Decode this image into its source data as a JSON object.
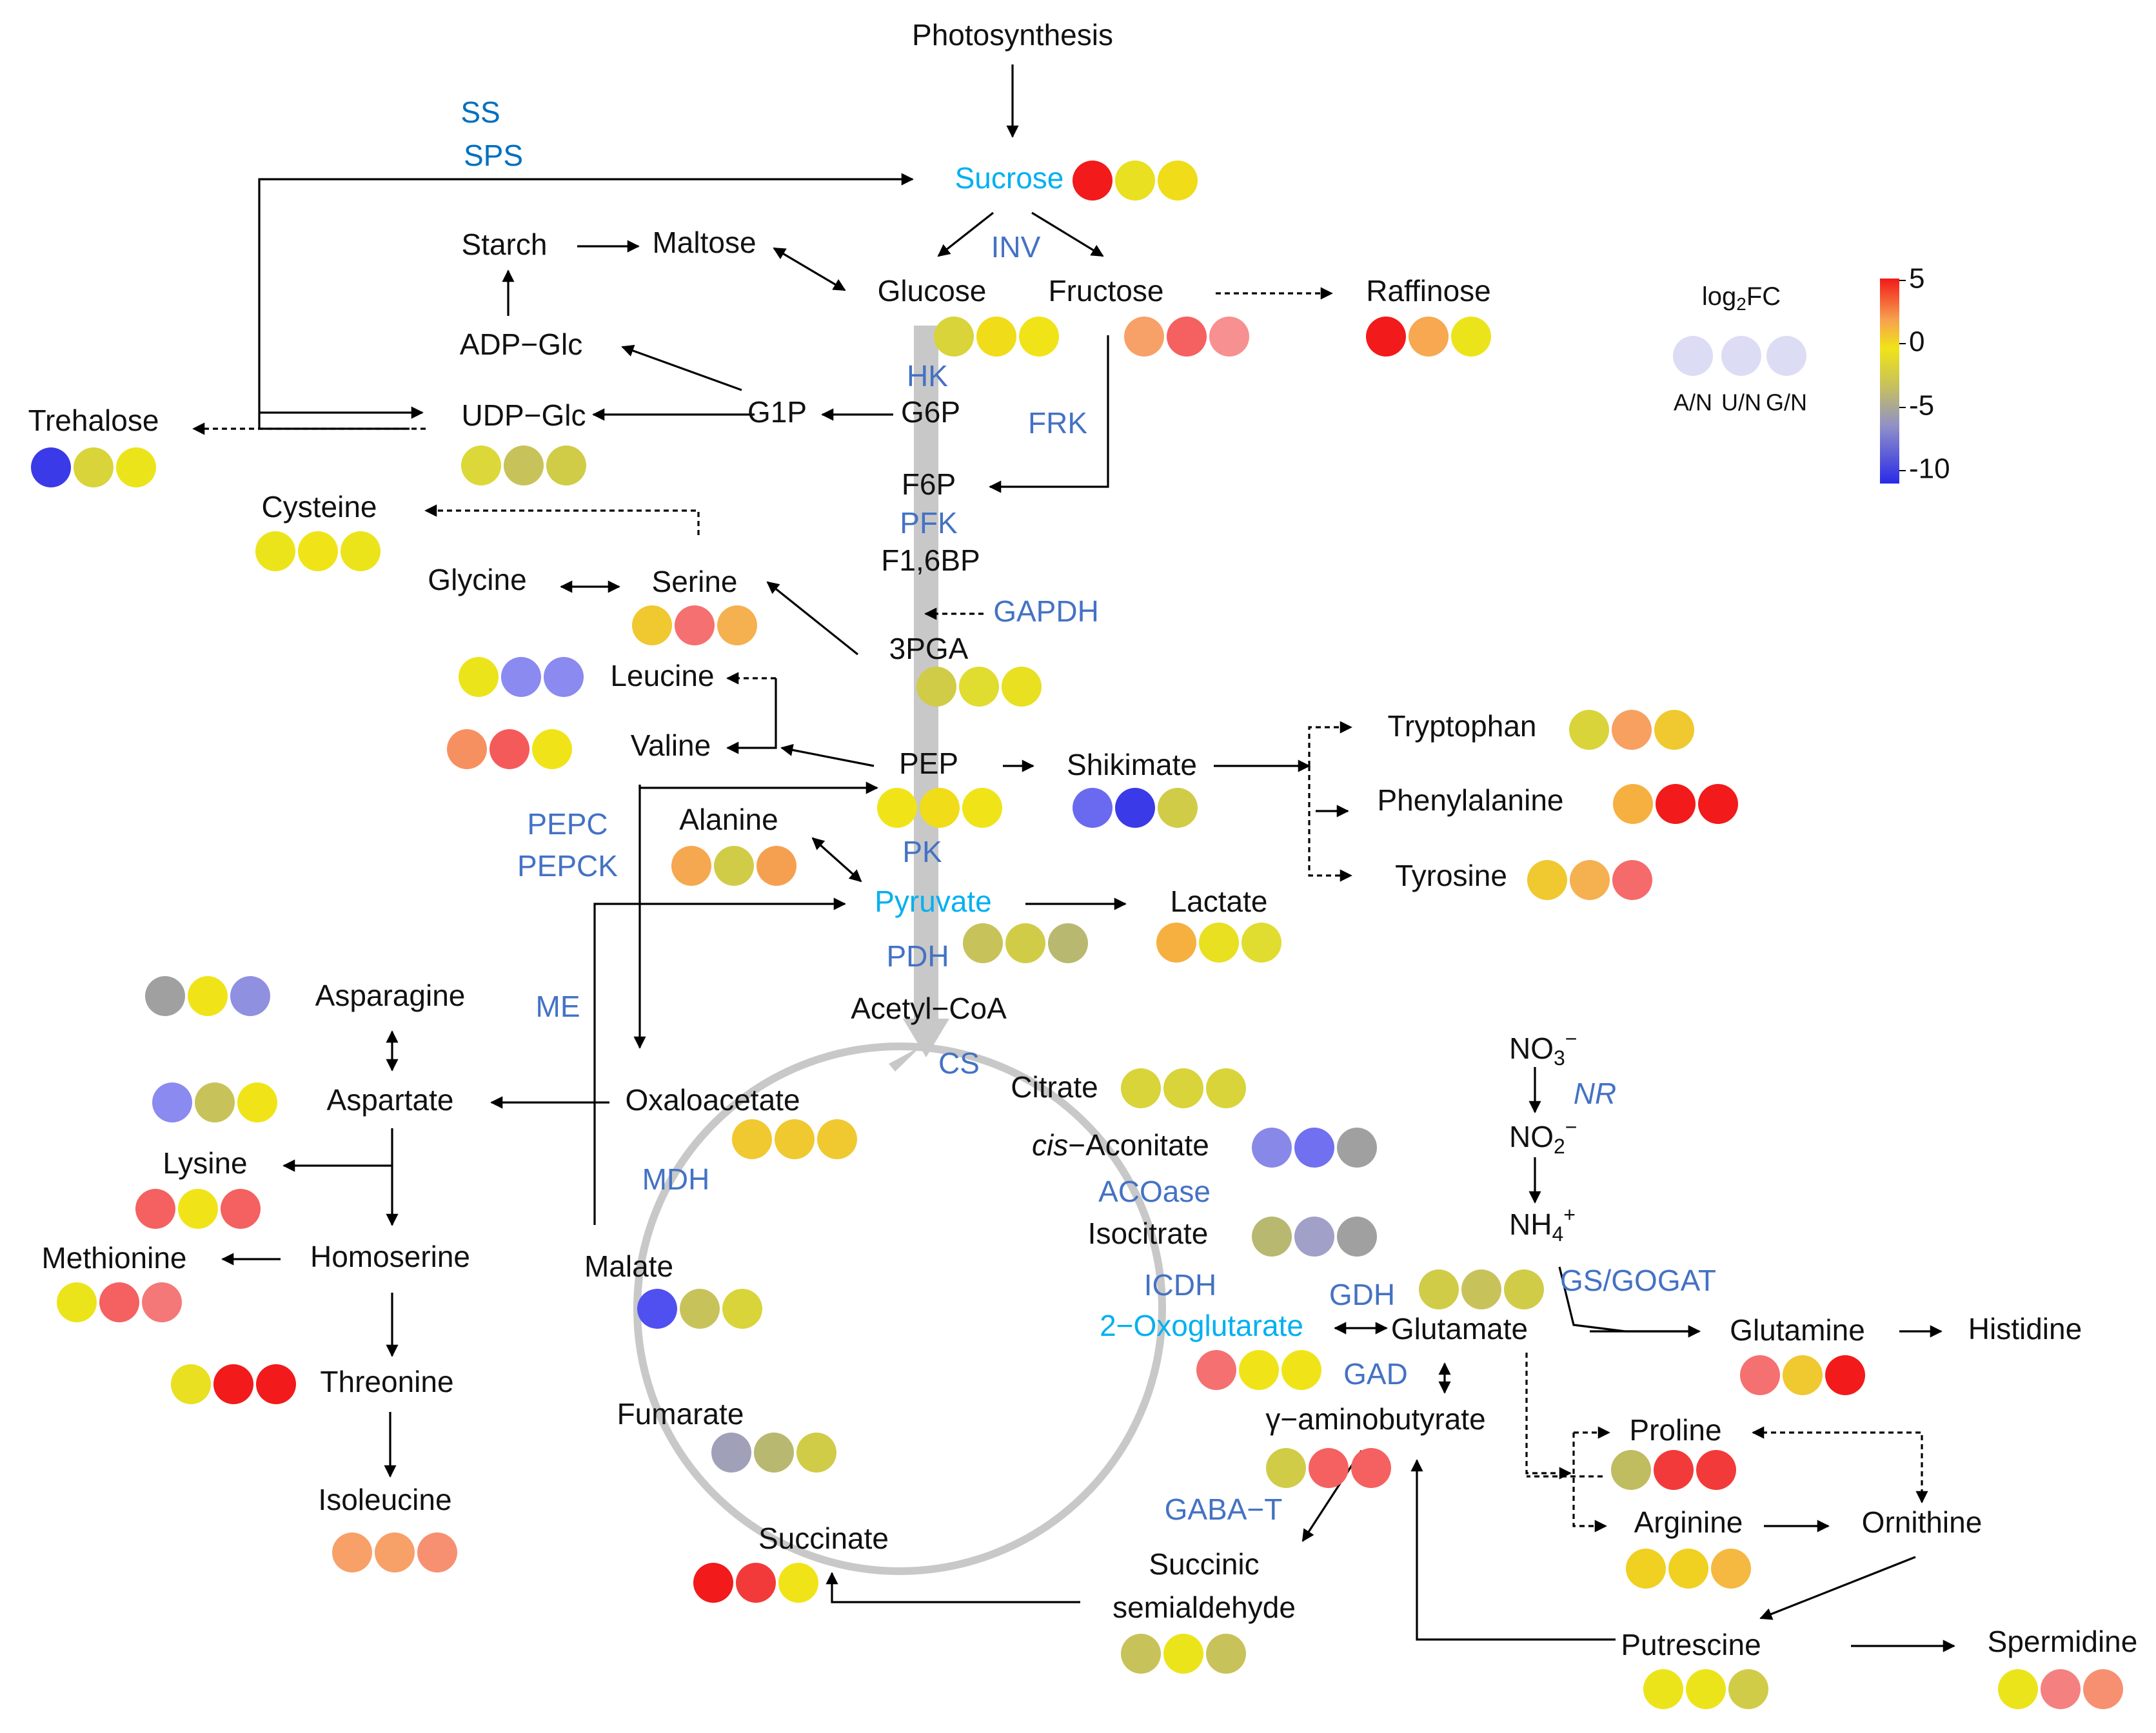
{
  "colors": {
    "met": "#111111",
    "enzyme": "#4472c4",
    "highlight": "#00b0f0",
    "sucrose_enzyme": "#0070c0",
    "arrow": "#000000",
    "backbone": "#c8c8c8",
    "tca_circle": "#c8c8c8"
  },
  "metabolites": [
    {
      "id": "photosynthesis",
      "text": "Photosynthesis",
      "style": "met"
    },
    {
      "id": "sucrose",
      "text": "Sucrose",
      "style": "highlight"
    },
    {
      "id": "starch",
      "text": "Starch",
      "style": "met"
    },
    {
      "id": "maltose",
      "text": "Maltose",
      "style": "met"
    },
    {
      "id": "glucose",
      "text": "Glucose",
      "style": "met"
    },
    {
      "id": "fructose",
      "text": "Fructose",
      "style": "met"
    },
    {
      "id": "raffinose",
      "text": "Raffinose",
      "style": "met"
    },
    {
      "id": "adp-glc",
      "text": "ADP−Glc",
      "style": "met"
    },
    {
      "id": "udp-glc",
      "text": "UDP−Glc",
      "style": "met"
    },
    {
      "id": "g1p",
      "text": "G1P",
      "style": "met"
    },
    {
      "id": "g6p",
      "text": "G6P",
      "style": "met"
    },
    {
      "id": "trehalose",
      "text": "Trehalose",
      "style": "met"
    },
    {
      "id": "f6p",
      "text": "F6P",
      "style": "met"
    },
    {
      "id": "f16bp",
      "text": "F1,6BP",
      "style": "met"
    },
    {
      "id": "cysteine",
      "text": "Cysteine",
      "style": "met"
    },
    {
      "id": "glycine",
      "text": "Glycine",
      "style": "met"
    },
    {
      "id": "serine",
      "text": "Serine",
      "style": "met"
    },
    {
      "id": "3pga",
      "text": "3PGA",
      "style": "met"
    },
    {
      "id": "leucine",
      "text": "Leucine",
      "style": "met"
    },
    {
      "id": "valine",
      "text": "Valine",
      "style": "met"
    },
    {
      "id": "pep",
      "text": "PEP",
      "style": "met"
    },
    {
      "id": "shikimate",
      "text": "Shikimate",
      "style": "met"
    },
    {
      "id": "tryptophan",
      "text": "Tryptophan",
      "style": "met"
    },
    {
      "id": "phenylalanine",
      "text": "Phenylalanine",
      "style": "met"
    },
    {
      "id": "tyrosine",
      "text": "Tyrosine",
      "style": "met"
    },
    {
      "id": "alanine",
      "text": "Alanine",
      "style": "met"
    },
    {
      "id": "pyruvate",
      "text": "Pyruvate",
      "style": "highlight"
    },
    {
      "id": "lactate",
      "text": "Lactate",
      "style": "met"
    },
    {
      "id": "acetyl-coa",
      "text": "Acetyl−CoA",
      "style": "met"
    },
    {
      "id": "asparagine",
      "text": "Asparagine",
      "style": "met"
    },
    {
      "id": "aspartate",
      "text": "Aspartate",
      "style": "met"
    },
    {
      "id": "oxaloacetate",
      "text": "Oxaloacetate",
      "style": "met"
    },
    {
      "id": "citrate",
      "text": "Citrate",
      "style": "met"
    },
    {
      "id": "aconitate-rest",
      "text": "−Aconitate",
      "style": "met"
    },
    {
      "id": "isocitrate",
      "text": "Isocitrate",
      "style": "met"
    },
    {
      "id": "lysine",
      "text": "Lysine",
      "style": "met"
    },
    {
      "id": "methionine",
      "text": "Methionine",
      "style": "met"
    },
    {
      "id": "homoserine",
      "text": "Homoserine",
      "style": "met"
    },
    {
      "id": "threonine",
      "text": "Threonine",
      "style": "met"
    },
    {
      "id": "isoleucine",
      "text": "Isoleucine",
      "style": "met"
    },
    {
      "id": "malate",
      "text": "Malate",
      "style": "met"
    },
    {
      "id": "fumarate",
      "text": "Fumarate",
      "style": "met"
    },
    {
      "id": "succinate",
      "text": "Succinate",
      "style": "met"
    },
    {
      "id": "succinic",
      "text": "Succinic",
      "style": "met"
    },
    {
      "id": "semialdehyde",
      "text": "semialdehyde",
      "style": "met"
    },
    {
      "id": "oxoglutarate",
      "text": "2−Oxoglutarate",
      "style": "highlight"
    },
    {
      "id": "glutamate",
      "text": "Glutamate",
      "style": "met"
    },
    {
      "id": "gaba",
      "text": "γ−aminobutyrate",
      "style": "met"
    },
    {
      "id": "glutamine",
      "text": "Glutamine",
      "style": "met"
    },
    {
      "id": "histidine",
      "text": "Histidine",
      "style": "met"
    },
    {
      "id": "proline",
      "text": "Proline",
      "style": "met"
    },
    {
      "id": "arginine",
      "text": "Arginine",
      "style": "met"
    },
    {
      "id": "ornithine",
      "text": "Ornithine",
      "style": "met"
    },
    {
      "id": "putrescine",
      "text": "Putrescine",
      "style": "met"
    },
    {
      "id": "spermidine",
      "text": "Spermidine",
      "style": "met"
    }
  ],
  "aconitate_italic": "cis",
  "nitrogen": [
    {
      "id": "no3",
      "base": "NO",
      "sub": "3",
      "sup": "−"
    },
    {
      "id": "no2",
      "base": "NO",
      "sub": "2",
      "sup": "−"
    },
    {
      "id": "nh4",
      "base": "NH",
      "sub": "4",
      "sup": "+"
    }
  ],
  "enzymes": [
    {
      "id": "ss",
      "text": "SS",
      "style": "sucrose_enzyme"
    },
    {
      "id": "sps",
      "text": "SPS",
      "style": "sucrose_enzyme"
    },
    {
      "id": "inv",
      "text": "INV",
      "style": "enzyme"
    },
    {
      "id": "hk",
      "text": "HK",
      "style": "enzyme"
    },
    {
      "id": "frk",
      "text": "FRK",
      "style": "enzyme"
    },
    {
      "id": "pfk",
      "text": "PFK",
      "style": "enzyme"
    },
    {
      "id": "gapdh",
      "text": "GAPDH",
      "style": "enzyme"
    },
    {
      "id": "pepc",
      "text": "PEPC",
      "style": "enzyme"
    },
    {
      "id": "pepck",
      "text": "PEPCK",
      "style": "enzyme"
    },
    {
      "id": "pk",
      "text": "PK",
      "style": "enzyme"
    },
    {
      "id": "pdh",
      "text": "PDH",
      "style": "enzyme"
    },
    {
      "id": "me",
      "text": "ME",
      "style": "enzyme"
    },
    {
      "id": "cs",
      "text": "CS",
      "style": "enzyme"
    },
    {
      "id": "mdh",
      "text": "MDH",
      "style": "enzyme"
    },
    {
      "id": "acoase",
      "text": "ACOase",
      "style": "enzyme"
    },
    {
      "id": "icdh",
      "text": "ICDH",
      "style": "enzyme"
    },
    {
      "id": "gdh",
      "text": "GDH",
      "style": "enzyme"
    },
    {
      "id": "gad",
      "text": "GAD",
      "style": "enzyme"
    },
    {
      "id": "gaba-t",
      "text": "GABA−T",
      "style": "enzyme"
    },
    {
      "id": "nr",
      "text": "NR",
      "style": "enzyme",
      "italic": true
    },
    {
      "id": "gs-gogat",
      "text": "GS/GOGAT",
      "style": "enzyme"
    }
  ],
  "fold_change_dots": {
    "sucrose": [
      "#f21a1a",
      "#e8e020",
      "#f0dc18"
    ],
    "glucose": [
      "#d8d43a",
      "#f0dc18",
      "#f0e418"
    ],
    "fructose": [
      "#f7a168",
      "#f56060",
      "#f79090"
    ],
    "raffinose": [
      "#f21a1a",
      "#f7a850",
      "#ece41a"
    ],
    "udp-glc": [
      "#dcd83a",
      "#c8c25a",
      "#d0cc48"
    ],
    "trehalose": [
      "#3a3ae8",
      "#d8d43a",
      "#ece41a"
    ],
    "cysteine": [
      "#ece41a",
      "#f0e418",
      "#ece41a"
    ],
    "serine": [
      "#f0c830",
      "#f57070",
      "#f5b050"
    ],
    "3pga": [
      "#d0cc48",
      "#e0dc30",
      "#e8e020"
    ],
    "leucine": [
      "#ece41a",
      "#8a8af0",
      "#8a8af0"
    ],
    "valine": [
      "#f79060",
      "#f55a5a",
      "#f0e418"
    ],
    "pep": [
      "#f0e418",
      "#f0dc18",
      "#f0e418"
    ],
    "shikimate": [
      "#6a6af0",
      "#3a3ae8",
      "#d0cc48"
    ],
    "tryptophan": [
      "#d8d43a",
      "#f7a060",
      "#f0c830"
    ],
    "phenylalanine": [
      "#f5b040",
      "#f21a1a",
      "#f21a1a"
    ],
    "tyrosine": [
      "#f0c830",
      "#f5b050",
      "#f56a6a"
    ],
    "alanine": [
      "#f5a850",
      "#d0cc48",
      "#f5a050"
    ],
    "pyruvate": [
      "#c8c25a",
      "#d0cc48",
      "#b8b870"
    ],
    "lactate": [
      "#f5b040",
      "#e8e020",
      "#e0dc30"
    ],
    "asparagine": [
      "#a0a0a0",
      "#f0e418",
      "#9090e0"
    ],
    "aspartate": [
      "#8a8af0",
      "#c8c25a",
      "#f0e418"
    ],
    "oxaloacetate": [
      "#f0c830",
      "#f0c830",
      "#f0c830"
    ],
    "citrate": [
      "#d8d43a",
      "#d8d43a",
      "#d8d43a"
    ],
    "aconitate": [
      "#8888e8",
      "#7070f0",
      "#a0a0a0"
    ],
    "isocitrate": [
      "#b8b870",
      "#a0a0c8",
      "#a0a0a0"
    ],
    "lysine": [
      "#f56060",
      "#f0e418",
      "#f56060"
    ],
    "methionine": [
      "#ece41a",
      "#f56060",
      "#f57878"
    ],
    "threonine": [
      "#e8e020",
      "#f21a1a",
      "#f21a1a"
    ],
    "isoleucine": [
      "#f7a068",
      "#f7a068",
      "#f79070"
    ],
    "malate": [
      "#5050f0",
      "#c8c25a",
      "#d8d43a"
    ],
    "fumarate": [
      "#a0a0b8",
      "#b8b870",
      "#d0cc48"
    ],
    "succinate": [
      "#f21a1a",
      "#f23a3a",
      "#f0e418"
    ],
    "succinic-semialdehyde": [
      "#c8c25a",
      "#ece41a",
      "#c8c25a"
    ],
    "oxoglutarate": [
      "#f57070",
      "#f0e418",
      "#f0e418"
    ],
    "glutamate": [
      "#d0cc48",
      "#c8c25a",
      "#d0cc48"
    ],
    "gaba": [
      "#d0cc48",
      "#f56060",
      "#f56060"
    ],
    "glutamine": [
      "#f57070",
      "#f0c830",
      "#f21a1a"
    ],
    "proline": [
      "#c0bc60",
      "#f23a3a",
      "#f23a3a"
    ],
    "arginine": [
      "#f0d020",
      "#f0d020",
      "#f5b840"
    ],
    "putrescine": [
      "#ece41a",
      "#ece41a",
      "#d0cc48"
    ],
    "spermidine": [
      "#ece41a",
      "#f58080",
      "#f79070"
    ]
  },
  "legend": {
    "title_base": "log",
    "title_sub": "2",
    "title_rest": "FC",
    "dot_color": "#dcdcf5",
    "labels": [
      "A/N",
      "U/N",
      "G/N"
    ],
    "ticks": [
      "5",
      "0",
      "-5",
      "-10"
    ],
    "scale_colors": [
      "#f21a1a",
      "#f7a050",
      "#f0e418",
      "#c8c25a",
      "#9090c8",
      "#2a2ae8"
    ]
  }
}
